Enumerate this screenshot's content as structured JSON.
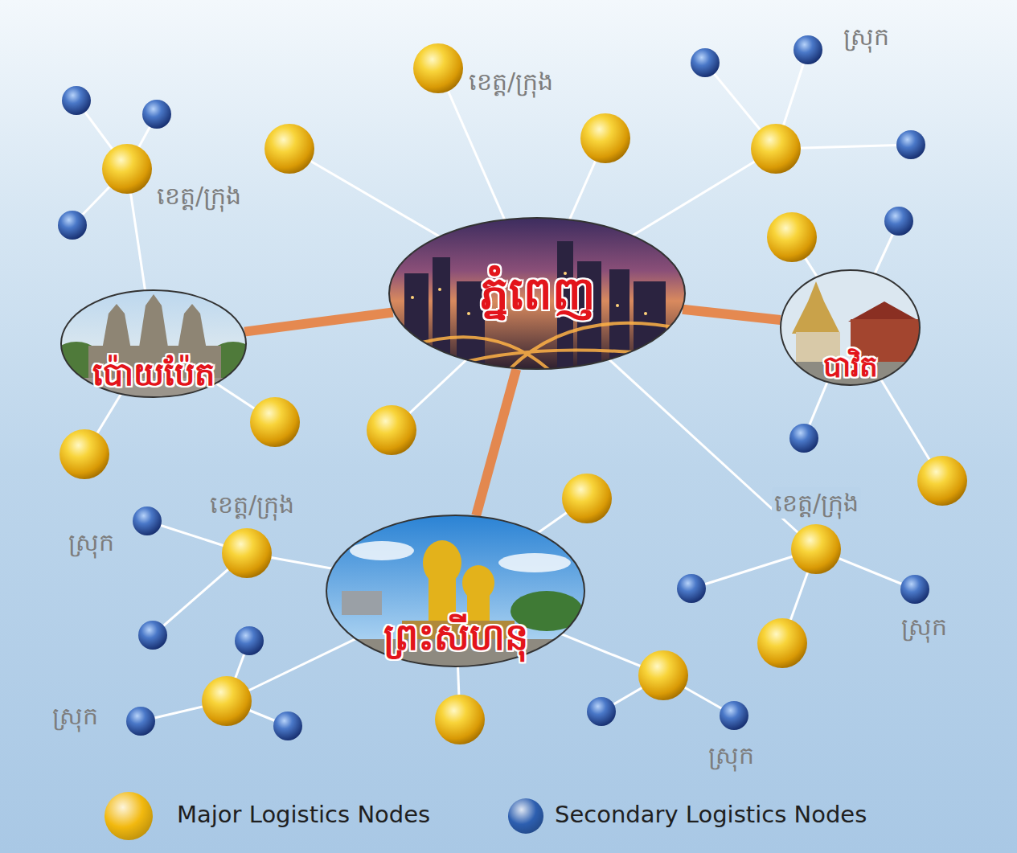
{
  "diagram": {
    "nodes": [
      {
        "text": [
          "ភ្នំពេញ"
        ]
      },
      {
        "text": [
          "ប៉ោយប៉ែត"
        ]
      },
      {
        "text": [
          "បាវិត"
        ]
      },
      {
        "text": [
          "ព្រះសីហនុ"
        ]
      }
    ],
    "edges": [
      {
        "from": 0,
        "to": 1,
        "arrow": "none"
      },
      {
        "from": 0,
        "to": 2,
        "arrow": "none"
      },
      {
        "from": 0,
        "to": 3,
        "arrow": "none"
      }
    ],
    "labels": [
      "ស្រុក",
      "ខេត្ត/ក្រុង",
      "ខេត្ត/ក្រុង",
      "ខេត្ត/ក្រុង",
      "ខេត្ត/ក្រុង",
      "ស្រុក",
      "ស្រុក",
      "ស្រុក",
      "ស្រុក"
    ],
    "legend": [
      {
        "text": "Major Logistics Nodes",
        "color": "#f2b90f"
      },
      {
        "text": "Secondary Logistics Nodes",
        "color": "#2d5fb0"
      }
    ]
  }
}
